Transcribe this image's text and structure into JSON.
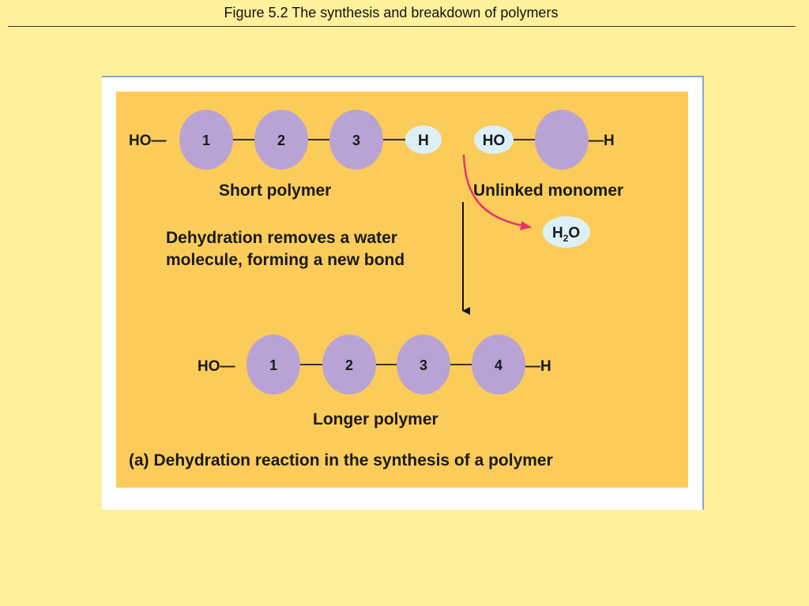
{
  "slide": {
    "title": "Figure 5.2  The synthesis and breakdown of polymers"
  },
  "colors": {
    "background": "#fff09c",
    "panel": "#fbcc5a",
    "monomer": "#b9a3d4",
    "hydrogen_bubble": "#def0f7",
    "water_arrow": "#e8336a"
  },
  "diagram": {
    "short_polymer": {
      "left_end": "HO—",
      "units": [
        "1",
        "2",
        "3"
      ],
      "right_end": "H",
      "label": "Short polymer"
    },
    "unlinked_monomer": {
      "left_end": "HO",
      "right_end": "—H",
      "label": "Unlinked monomer"
    },
    "water": {
      "h": "H",
      "sub": "2",
      "o": "O"
    },
    "process": {
      "line1": "Dehydration removes a water",
      "line2": "molecule, forming a new bond"
    },
    "longer_polymer": {
      "left_end": "HO—",
      "units": [
        "1",
        "2",
        "3",
        "4"
      ],
      "right_end": "—H",
      "label": "Longer polymer"
    },
    "caption": "(a) Dehydration reaction in the synthesis of a polymer"
  }
}
